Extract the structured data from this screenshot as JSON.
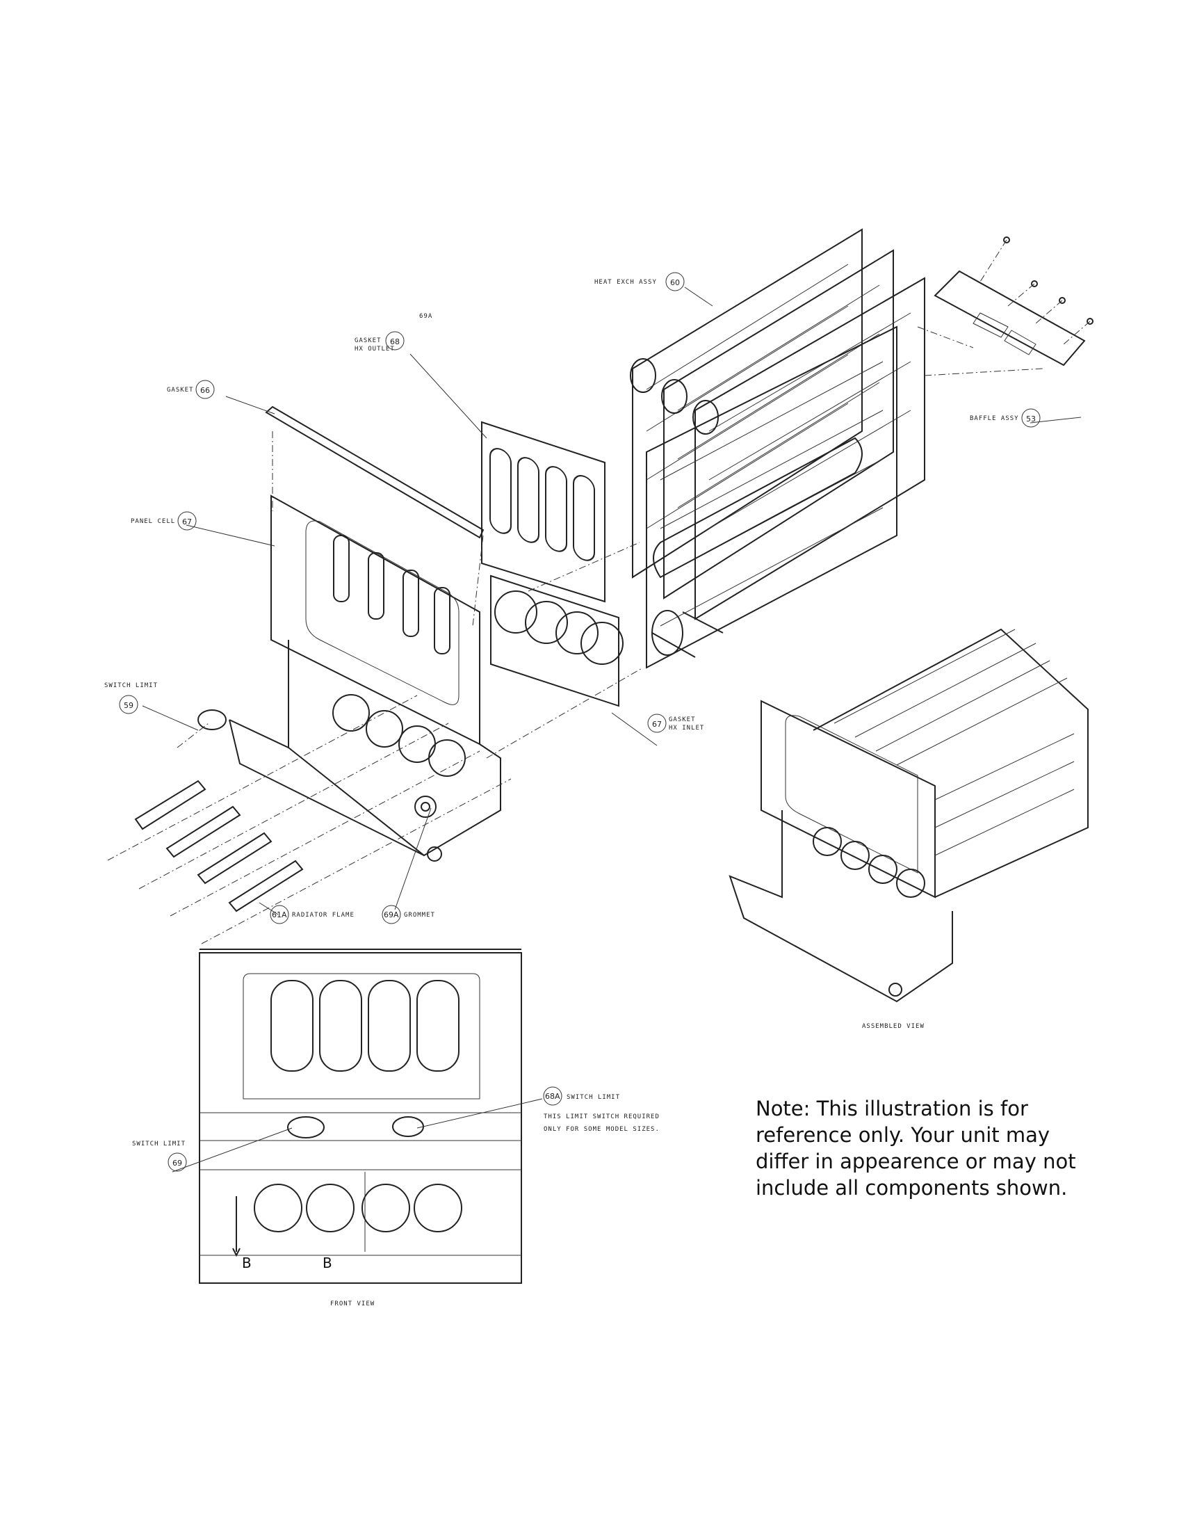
{
  "labels": {
    "heat_exch_assy": "HEAT EXCH ASSY",
    "heat_exch_assy_num": "60",
    "code_69a": "69A",
    "gasket_hx_outlet_1": "GASKET",
    "gasket_hx_outlet_2": "HX OUTLET",
    "gasket_hx_outlet_num": "68",
    "gasket": "GASKET",
    "gasket_num": "66",
    "baffle_assy": "BAFFLE ASSY",
    "baffle_assy_num": "53",
    "panel_cell": "PANEL CELL",
    "panel_cell_num": "67",
    "switch_limit": "SWITCH LIMIT",
    "switch_limit_num": "59",
    "gasket_hx_inlet_1": "GASKET",
    "gasket_hx_inlet_2": "HX INLET",
    "gasket_hx_inlet_num": "67",
    "radiator_flame": "RADIATOR FLAME",
    "radiator_flame_num": "61A",
    "grommet": "GROMMET",
    "grommet_num": "69A",
    "assembled_view": "ASSEMBLED VIEW",
    "switch_limit_68a": "SWITCH LIMIT",
    "switch_limit_68a_num": "68A",
    "limit_note_1": "THIS LIMIT SWITCH REQUIRED",
    "limit_note_2": "ONLY FOR SOME MODEL SIZES.",
    "switch_limit_front": "SWITCH LIMIT",
    "switch_limit_front_num": "69",
    "section_b1": "B",
    "section_b2": "B",
    "front_view": "FRONT VIEW"
  },
  "note": {
    "line1": "Note: This illustration is for",
    "line2": "reference only. Your unit may",
    "line3": "differ in appearence or may not",
    "line4": "include all components shown."
  }
}
